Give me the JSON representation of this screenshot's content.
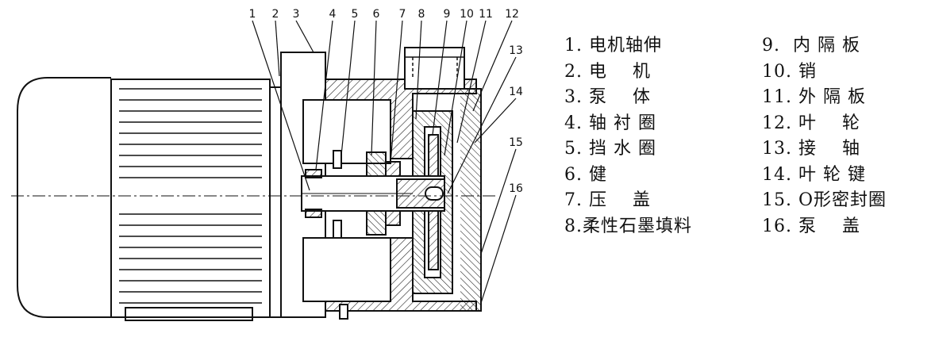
{
  "callouts": [
    "1",
    "2",
    "3",
    "4",
    "5",
    "6",
    "7",
    "8",
    "9",
    "10",
    "11",
    "12",
    "13",
    "14",
    "15",
    "16"
  ],
  "legend": {
    "left": [
      "1. 电机轴伸",
      "2. 电    机",
      "3. 泵    体",
      "4. 轴 衬 圈",
      "5. 挡 水 圈",
      "6. 健",
      "7. 压    盖",
      "8.柔性石墨填料"
    ],
    "right": [
      "9.  内 隔 板",
      "10. 销",
      "11. 外 隔 板",
      "12. 叶    轮",
      "13. 接    轴",
      "14. 叶 轮 键",
      "15. O形密封圈",
      "16. 泵    盖"
    ]
  }
}
